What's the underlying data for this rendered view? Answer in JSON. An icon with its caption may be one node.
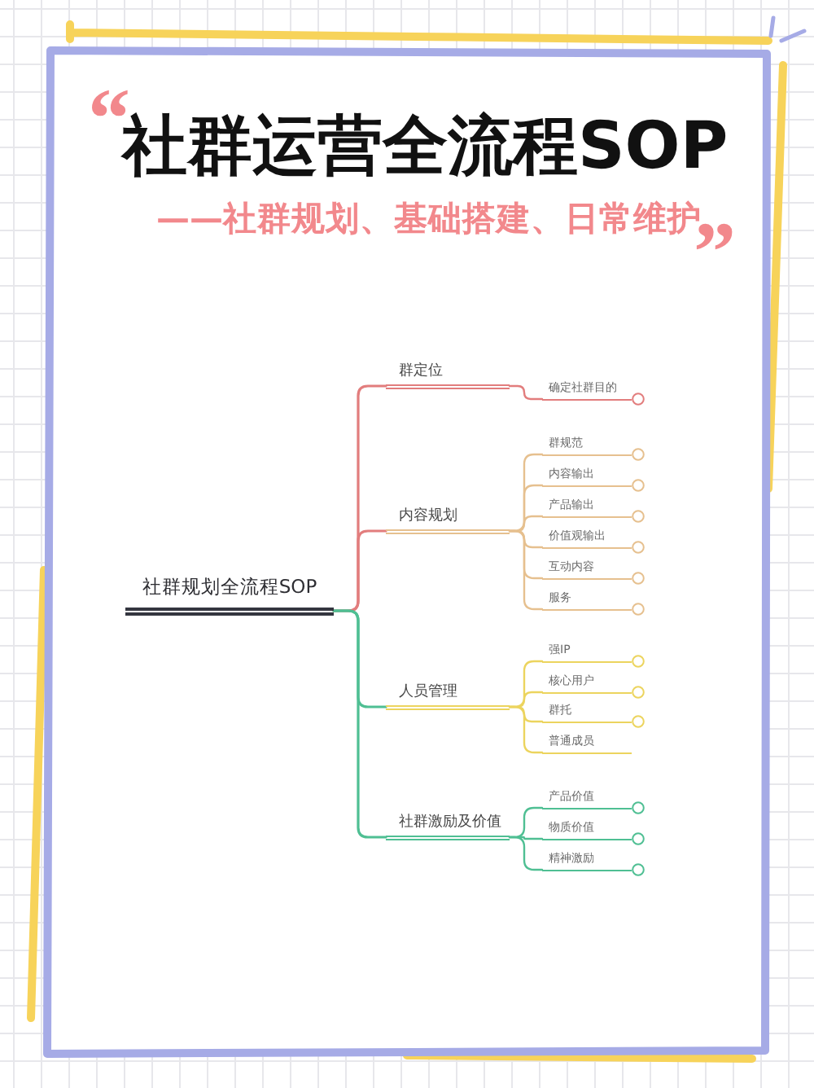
{
  "diagram": {
    "title": "社群运营全流程SOP",
    "nodes": [
      {
        "text": [
          "社群规划全流程SOP"
        ]
      },
      {
        "text": [
          "群定位"
        ]
      },
      {
        "text": [
          "确定社群目的"
        ]
      },
      {
        "text": [
          "内容规划"
        ]
      },
      {
        "text": [
          "群规范"
        ]
      },
      {
        "text": [
          "内容输出"
        ]
      },
      {
        "text": [
          "产品输出"
        ]
      },
      {
        "text": [
          "价值观输出"
        ]
      },
      {
        "text": [
          "互动内容"
        ]
      },
      {
        "text": [
          "服务"
        ]
      },
      {
        "text": [
          "人员管理"
        ]
      },
      {
        "text": [
          "强IP"
        ]
      },
      {
        "text": [
          "核心用户"
        ]
      },
      {
        "text": [
          "群托"
        ]
      },
      {
        "text": [
          "普通成员"
        ]
      },
      {
        "text": [
          "社群激励及价值"
        ]
      },
      {
        "text": [
          "产品价值"
        ]
      },
      {
        "text": [
          "物质价值"
        ]
      },
      {
        "text": [
          "精神激励"
        ]
      }
    ],
    "edges": [
      {
        "from": 0,
        "to": 1,
        "arrow": "none",
        "color": "#e27d7d"
      },
      {
        "from": 0,
        "to": 3,
        "arrow": "none",
        "color": "#e27d7d"
      },
      {
        "from": 0,
        "to": 10,
        "arrow": "none",
        "color": "#4fbf93"
      },
      {
        "from": 0,
        "to": 15,
        "arrow": "none",
        "color": "#4fbf93"
      },
      {
        "from": 1,
        "to": 2,
        "arrow": "none",
        "color": "#e27d7d"
      },
      {
        "from": 3,
        "to": 4,
        "arrow": "none",
        "color": "#e6c08f"
      },
      {
        "from": 3,
        "to": 5,
        "arrow": "none",
        "color": "#e6c08f"
      },
      {
        "from": 3,
        "to": 6,
        "arrow": "none",
        "color": "#e6c08f"
      },
      {
        "from": 3,
        "to": 7,
        "arrow": "none",
        "color": "#e6c08f"
      },
      {
        "from": 3,
        "to": 8,
        "arrow": "none",
        "color": "#e6c08f"
      },
      {
        "from": 3,
        "to": 9,
        "arrow": "none",
        "color": "#e6c08f"
      },
      {
        "from": 10,
        "to": 11,
        "arrow": "none",
        "color": "#ecd45e"
      },
      {
        "from": 10,
        "to": 12,
        "arrow": "none",
        "color": "#ecd45e"
      },
      {
        "from": 10,
        "to": 13,
        "arrow": "none",
        "color": "#ecd45e"
      },
      {
        "from": 10,
        "to": 14,
        "arrow": "none",
        "color": "#ecd45e"
      },
      {
        "from": 15,
        "to": 16,
        "arrow": "none",
        "color": "#4fbf93"
      },
      {
        "from": 15,
        "to": 17,
        "arrow": "none",
        "color": "#4fbf93"
      },
      {
        "from": 15,
        "to": 18,
        "arrow": "none",
        "color": "#4fbf93"
      }
    ],
    "labels": [
      "“",
      "——社群规划、基础搭建、日常维护",
      "”"
    ]
  }
}
